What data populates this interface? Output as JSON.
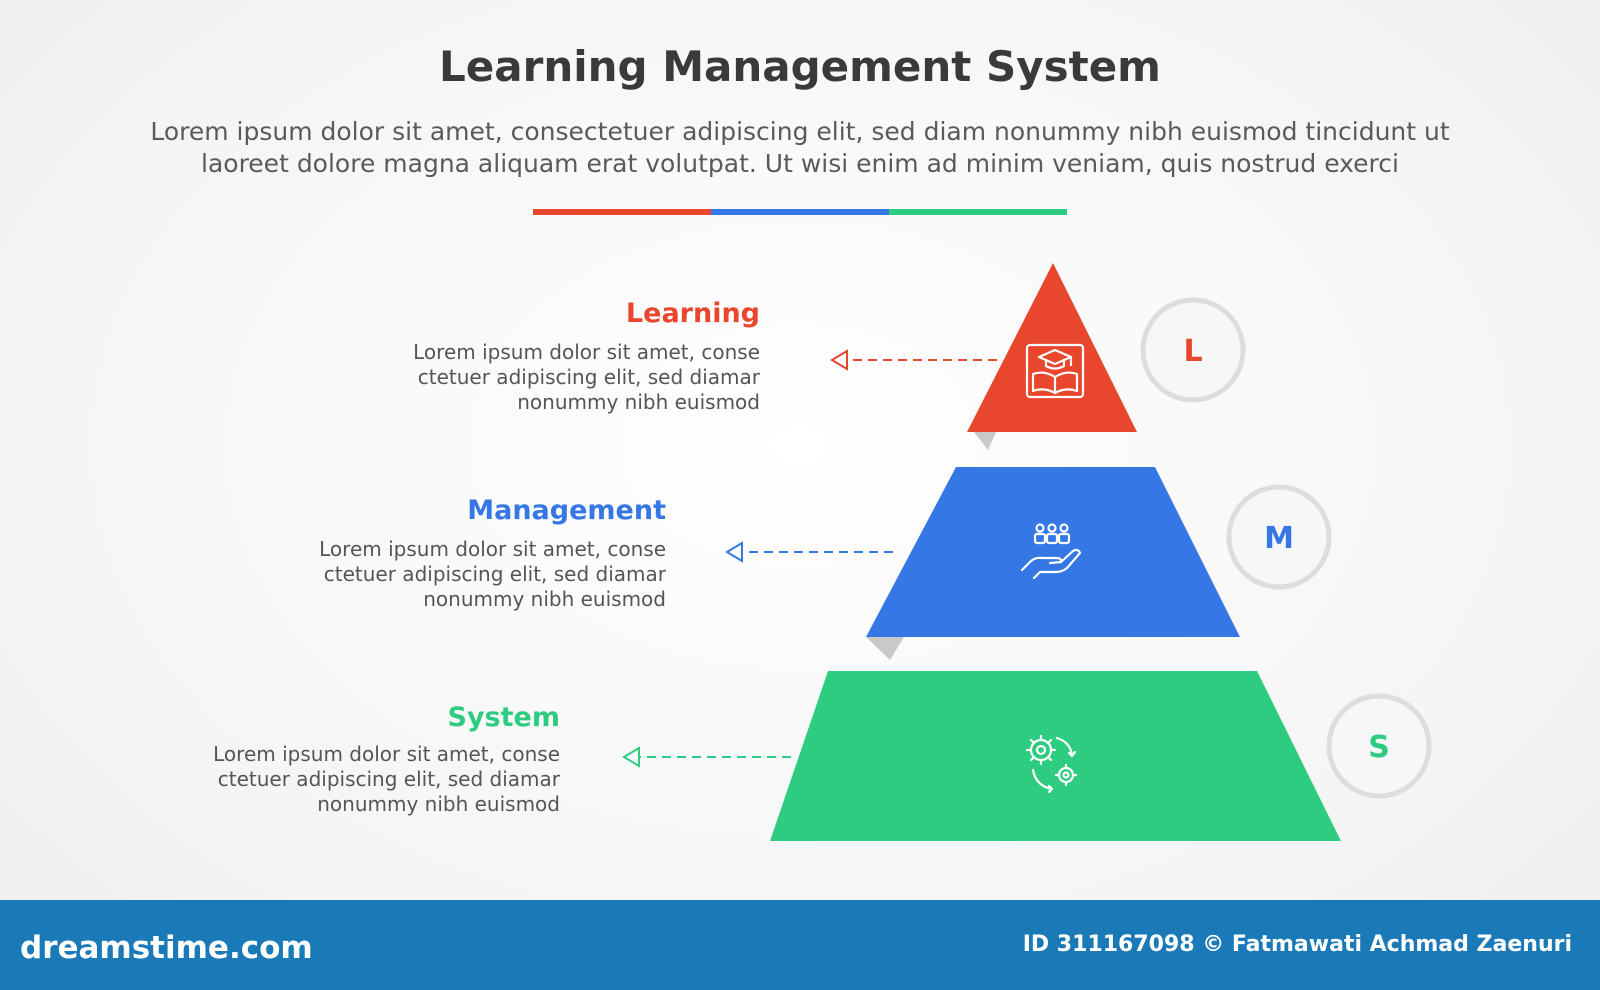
{
  "header": {
    "title": "Learning Management System",
    "subtitle_line1": "Lorem ipsum dolor sit amet, consectetuer adipiscing elit, sed diam nonummy nibh euismod tincidunt ut",
    "subtitle_line2": "laoreet dolore magna aliquam erat volutpat. Ut wisi enim ad minim veniam, quis nostrud exerci"
  },
  "colors": {
    "red": "#e8462d",
    "blue": "#3578e5",
    "green": "#2ecc80"
  },
  "levels": [
    {
      "title": "Learning",
      "letter": "L",
      "icon": "graduation-book-icon",
      "desc_line1": "Lorem ipsum dolor sit amet, conse",
      "desc_line2": "ctetuer adipiscing elit, sed diamar",
      "desc_line3": "nonummy nibh euismod"
    },
    {
      "title": "Management",
      "letter": "M",
      "icon": "people-hand-icon",
      "desc_line1": "Lorem ipsum dolor sit amet, conse",
      "desc_line2": "ctetuer adipiscing elit, sed diamar",
      "desc_line3": "nonummy nibh euismod"
    },
    {
      "title": "System",
      "letter": "S",
      "icon": "gears-icon",
      "desc_line1": "Lorem ipsum dolor sit amet, conse",
      "desc_line2": "ctetuer adipiscing elit, sed diamar",
      "desc_line3": "nonummy nibh euismod"
    }
  ],
  "footer": {
    "logo": "dreamstime.com",
    "credit": "ID 311167098 © Fatmawati  Achmad Zaenuri"
  }
}
